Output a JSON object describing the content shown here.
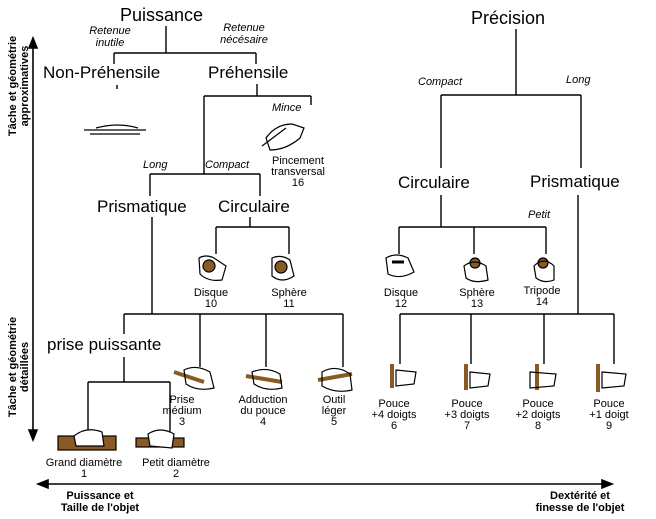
{
  "top": {
    "puissance": "Puissance",
    "precision": "Précision"
  },
  "power": {
    "retenue_inutile": [
      "Retenue",
      "inutile"
    ],
    "retenue_necessaire": [
      "Retenue",
      "nécésaire"
    ],
    "non_prehensile": "Non-Préhensile",
    "prehensile": "Préhensile",
    "mince": "Mince",
    "long": "Long",
    "compact": "Compact",
    "pincement": [
      "Pincement",
      "transversal",
      "16"
    ],
    "prismatique": "Prismatique",
    "circulaire": "Circulaire",
    "disque": [
      "Disque",
      "10"
    ],
    "sphere": [
      "Sphère",
      "11"
    ],
    "prise_puissante": "prise puissante",
    "prise_medium": [
      "Prise",
      "médium",
      "3"
    ],
    "adduction": [
      "Adduction",
      "du pouce",
      "4"
    ],
    "outil_leger": [
      "Outil",
      "léger",
      "5"
    ],
    "grand_diametre": [
      "Grand diamètre",
      "1"
    ],
    "petit_diametre": [
      "Petit diamètre",
      "2"
    ]
  },
  "precision": {
    "compact": "Compact",
    "long": "Long",
    "circulaire": "Circulaire",
    "prismatique": "Prismatique",
    "petit": "Petit",
    "disque": [
      "Disque",
      "12"
    ],
    "sphere": [
      "Sphère",
      "13"
    ],
    "tripode": [
      "Tripode",
      "14"
    ],
    "pouce4": [
      "Pouce",
      "+4 doigts",
      "6"
    ],
    "pouce3": [
      "Pouce",
      "+3 doigts",
      "7"
    ],
    "pouce2": [
      "Pouce",
      "+2 doigts",
      "8"
    ],
    "pouce1": [
      "Pouce",
      "+1 doigt",
      "9"
    ]
  },
  "axes": {
    "left_top": [
      "Tâche et géométrie",
      "approximatives"
    ],
    "left_bottom": [
      "Tâche et géométrie",
      "détaillées"
    ],
    "bottom_left": [
      "Puissance et",
      "Taille de l'objet"
    ],
    "bottom_right": [
      "Dextérité et",
      "finesse de l'objet"
    ]
  }
}
